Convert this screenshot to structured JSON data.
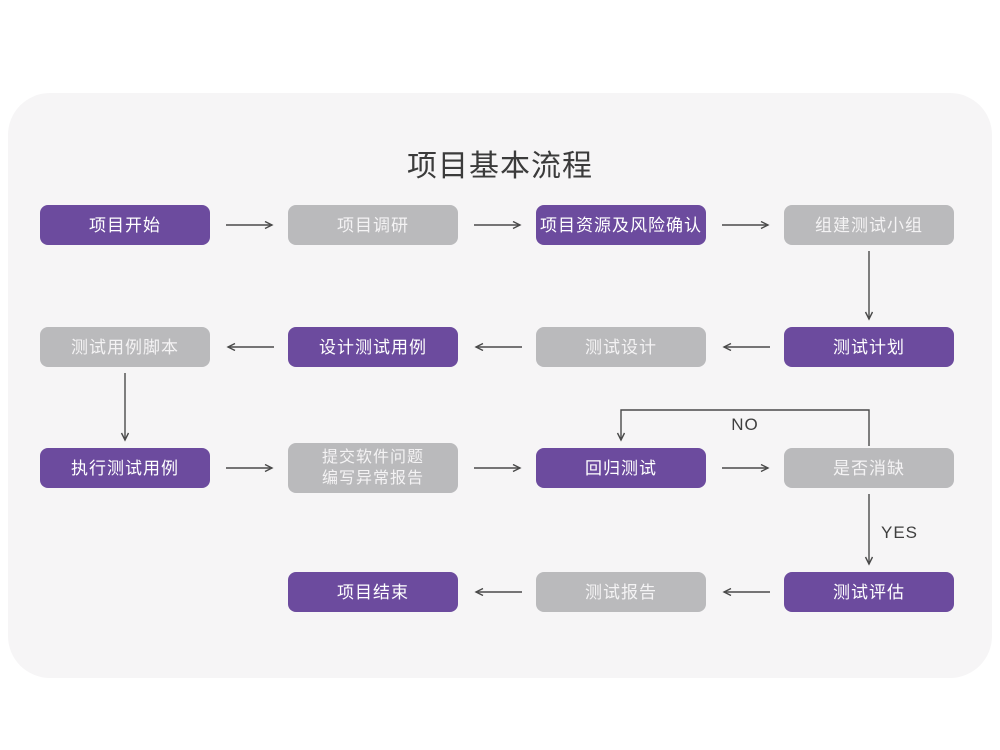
{
  "title": "项目基本流程",
  "labels": {
    "no": "NO",
    "yes": "YES"
  },
  "colors": {
    "node_primary": "#6C4B9E",
    "node_secondary": "#BABABC",
    "card_background": "#F6F5F6",
    "arrow": "#4A4A4A",
    "title_text": "#3B3B3B"
  },
  "nodes": [
    {
      "id": "project-start",
      "label": "项目开始",
      "variant": "purple"
    },
    {
      "id": "project-research",
      "label": "项目调研",
      "variant": "gray"
    },
    {
      "id": "project-resources-risk",
      "label": "项目资源及风险确认",
      "variant": "purple"
    },
    {
      "id": "build-test-team",
      "label": "组建测试小组",
      "variant": "gray"
    },
    {
      "id": "test-plan",
      "label": "测试计划",
      "variant": "purple"
    },
    {
      "id": "test-design",
      "label": "测试设计",
      "variant": "gray"
    },
    {
      "id": "design-test-cases",
      "label": "设计测试用例",
      "variant": "purple"
    },
    {
      "id": "test-case-script",
      "label": "测试用例脚本",
      "variant": "gray"
    },
    {
      "id": "execute-test-cases",
      "label": "执行测试用例",
      "variant": "purple"
    },
    {
      "id": "submit-software-issues",
      "label": "提交软件问题",
      "label2": "编写异常报告",
      "variant": "gray"
    },
    {
      "id": "regression-test",
      "label": "回归测试",
      "variant": "purple"
    },
    {
      "id": "defect-cleared",
      "label": "是否消缺",
      "variant": "gray"
    },
    {
      "id": "test-evaluation",
      "label": "测试评估",
      "variant": "purple"
    },
    {
      "id": "test-report",
      "label": "测试报告",
      "variant": "gray"
    },
    {
      "id": "project-end",
      "label": "项目结束",
      "variant": "purple"
    }
  ]
}
